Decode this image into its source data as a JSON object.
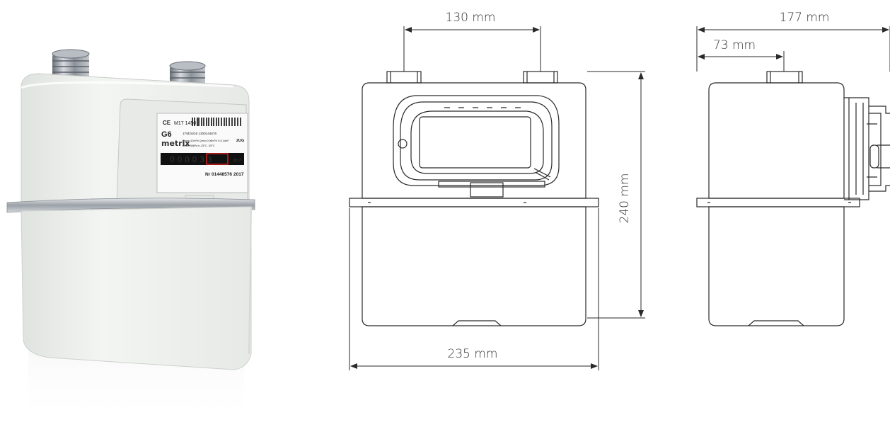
{
  "product_photo": {
    "label_ce": "CE",
    "label_cert": "M17 1450",
    "label_model": "G6",
    "label_brand": "metrix",
    "label_barcode_text": "1TM2UG6 1300144576",
    "label_type": "2UG",
    "label_flow": "Qmax=10m³/h Qmin=0,06m³/h V=2,0dm³",
    "label_pressure": "pmax=50kPa  t=-25°C...55°C",
    "label_digits": "0 0 0 0 3 3",
    "label_unit": "m³",
    "label_serial": "Nr 01448576",
    "label_year": "2017"
  },
  "front_view": {
    "dim_inlet_spacing": "130 mm",
    "dim_height": "240 mm",
    "dim_width": "235 mm"
  },
  "side_view": {
    "dim_depth": "177 mm",
    "dim_inlet_offset": "73 mm"
  },
  "colors": {
    "line": "#2a2a2a",
    "meter_body": "#eef0ee",
    "label_red": "#d21f1f",
    "brand_blue": "#1d4fa0"
  }
}
